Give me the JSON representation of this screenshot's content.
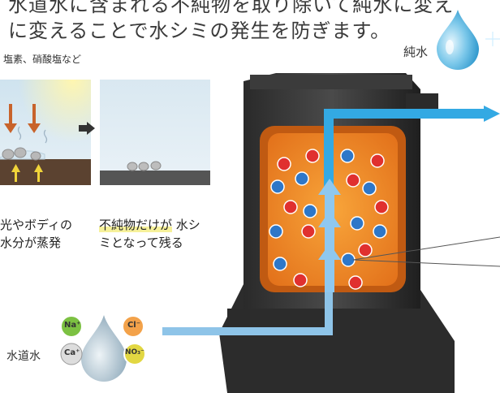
{
  "headline": {
    "line1": "水道水に含まれる不純物を取り除いて純水に変え",
    "line2": "に変えることで水シミの発生を防ぎます。"
  },
  "impurity_note": "塩素、硝酸塩など",
  "panel_left_caption": {
    "line1": "光やボディの",
    "line2": "水分が蒸発"
  },
  "panel_right_caption": {
    "line1_hl": "不純物だけが",
    "line1_rest": " 水シ",
    "line2": "ミとなって残る"
  },
  "pure_water_label": "純水",
  "tap_water_label": "水道水",
  "tap_ions": [
    "Na⁺",
    "Cl⁻",
    "Ca⁺",
    "NO₃⁻"
  ],
  "colors": {
    "water_blue": "#2aa9e0",
    "resin_orange": "#f08a1e",
    "cation_red": "#e0302f",
    "anion_blue": "#2e77c8",
    "ion_green": "#7cc142"
  }
}
